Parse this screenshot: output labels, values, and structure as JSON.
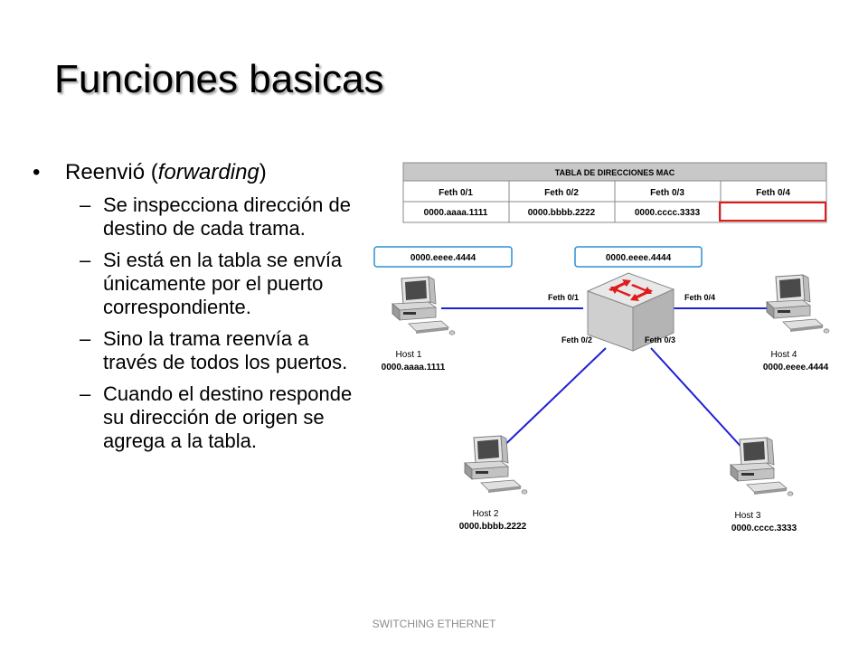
{
  "slide": {
    "title": "Funciones basicas",
    "footer": "SWITCHING ETHERNET"
  },
  "bullets": {
    "main_pre": "Reenvió (",
    "main_em": "forwarding",
    "main_post": ")",
    "sub": [
      "Se inspecciona dirección de destino de cada trama.",
      "Si está en la tabla se envía únicamente por el puerto correspondiente.",
      "Sino la trama reenvía a través de todos los puertos.",
      "Cuando el destino responde su dirección de origen se agrega a la tabla."
    ]
  },
  "mac_table": {
    "title": "TABLA DE DIRECCIONES MAC",
    "ports": [
      "Feth 0/1",
      "Feth 0/2",
      "Feth 0/3",
      "Feth 0/4"
    ],
    "macs": [
      "0000.aaaa.1111",
      "0000.bbbb.2222",
      "0000.cccc.3333",
      ""
    ]
  },
  "flooded_labels": [
    "0000.eeee.4444",
    "0000.eeee.4444"
  ],
  "links": [
    "Feth 0/1",
    "Feth 0/2",
    "Feth 0/3",
    "Feth 0/4"
  ],
  "hosts": [
    {
      "name": "Host 1",
      "mac": "0000.aaaa.1111"
    },
    {
      "name": "Host 2",
      "mac": "0000.bbbb.2222"
    },
    {
      "name": "Host 3",
      "mac": "0000.cccc.3333"
    },
    {
      "name": "Host 4",
      "mac": "0000.eeee.4444"
    }
  ],
  "colors": {
    "link": "#1f1fd6",
    "highlight": "#e01b1b",
    "label_border": "#2b8fd6",
    "table_header": "#c8c8c8"
  }
}
